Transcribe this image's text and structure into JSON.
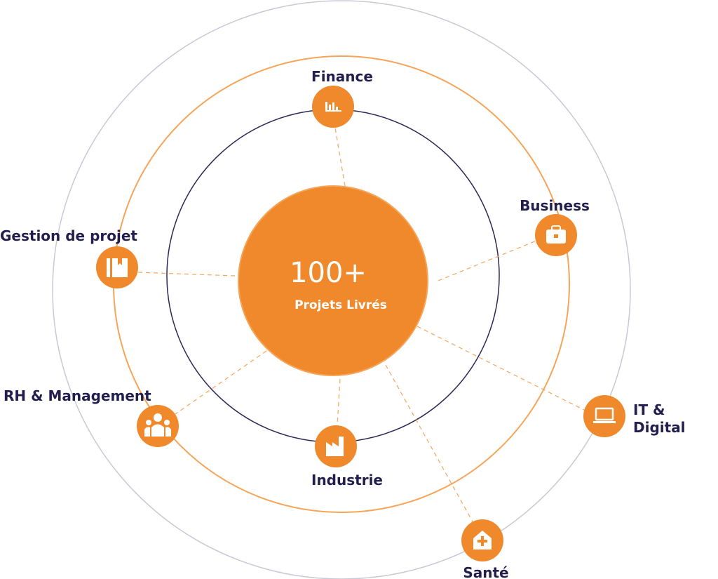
{
  "center": {
    "value": "100+",
    "label": "Projets Livrés"
  },
  "colors": {
    "accent": "#f0892c",
    "ring": "#f5a55a",
    "inner_ring": "#2b2856",
    "outer_ring": "#c9c8d6",
    "text": "#221f4f"
  },
  "nodes": [
    {
      "label": "Finance",
      "icon": "bar-chart-icon"
    },
    {
      "label": "Business",
      "icon": "briefcase-icon"
    },
    {
      "label": "Gestion de projet",
      "icon": "bookmark-book-icon"
    },
    {
      "label": "RH & Management",
      "icon": "people-group-icon"
    },
    {
      "label": "Industrie",
      "icon": "factory-icon"
    },
    {
      "label": "IT &",
      "label2": "Digital",
      "icon": "laptop-icon"
    },
    {
      "label": "Santé",
      "icon": "medical-house-icon"
    }
  ]
}
